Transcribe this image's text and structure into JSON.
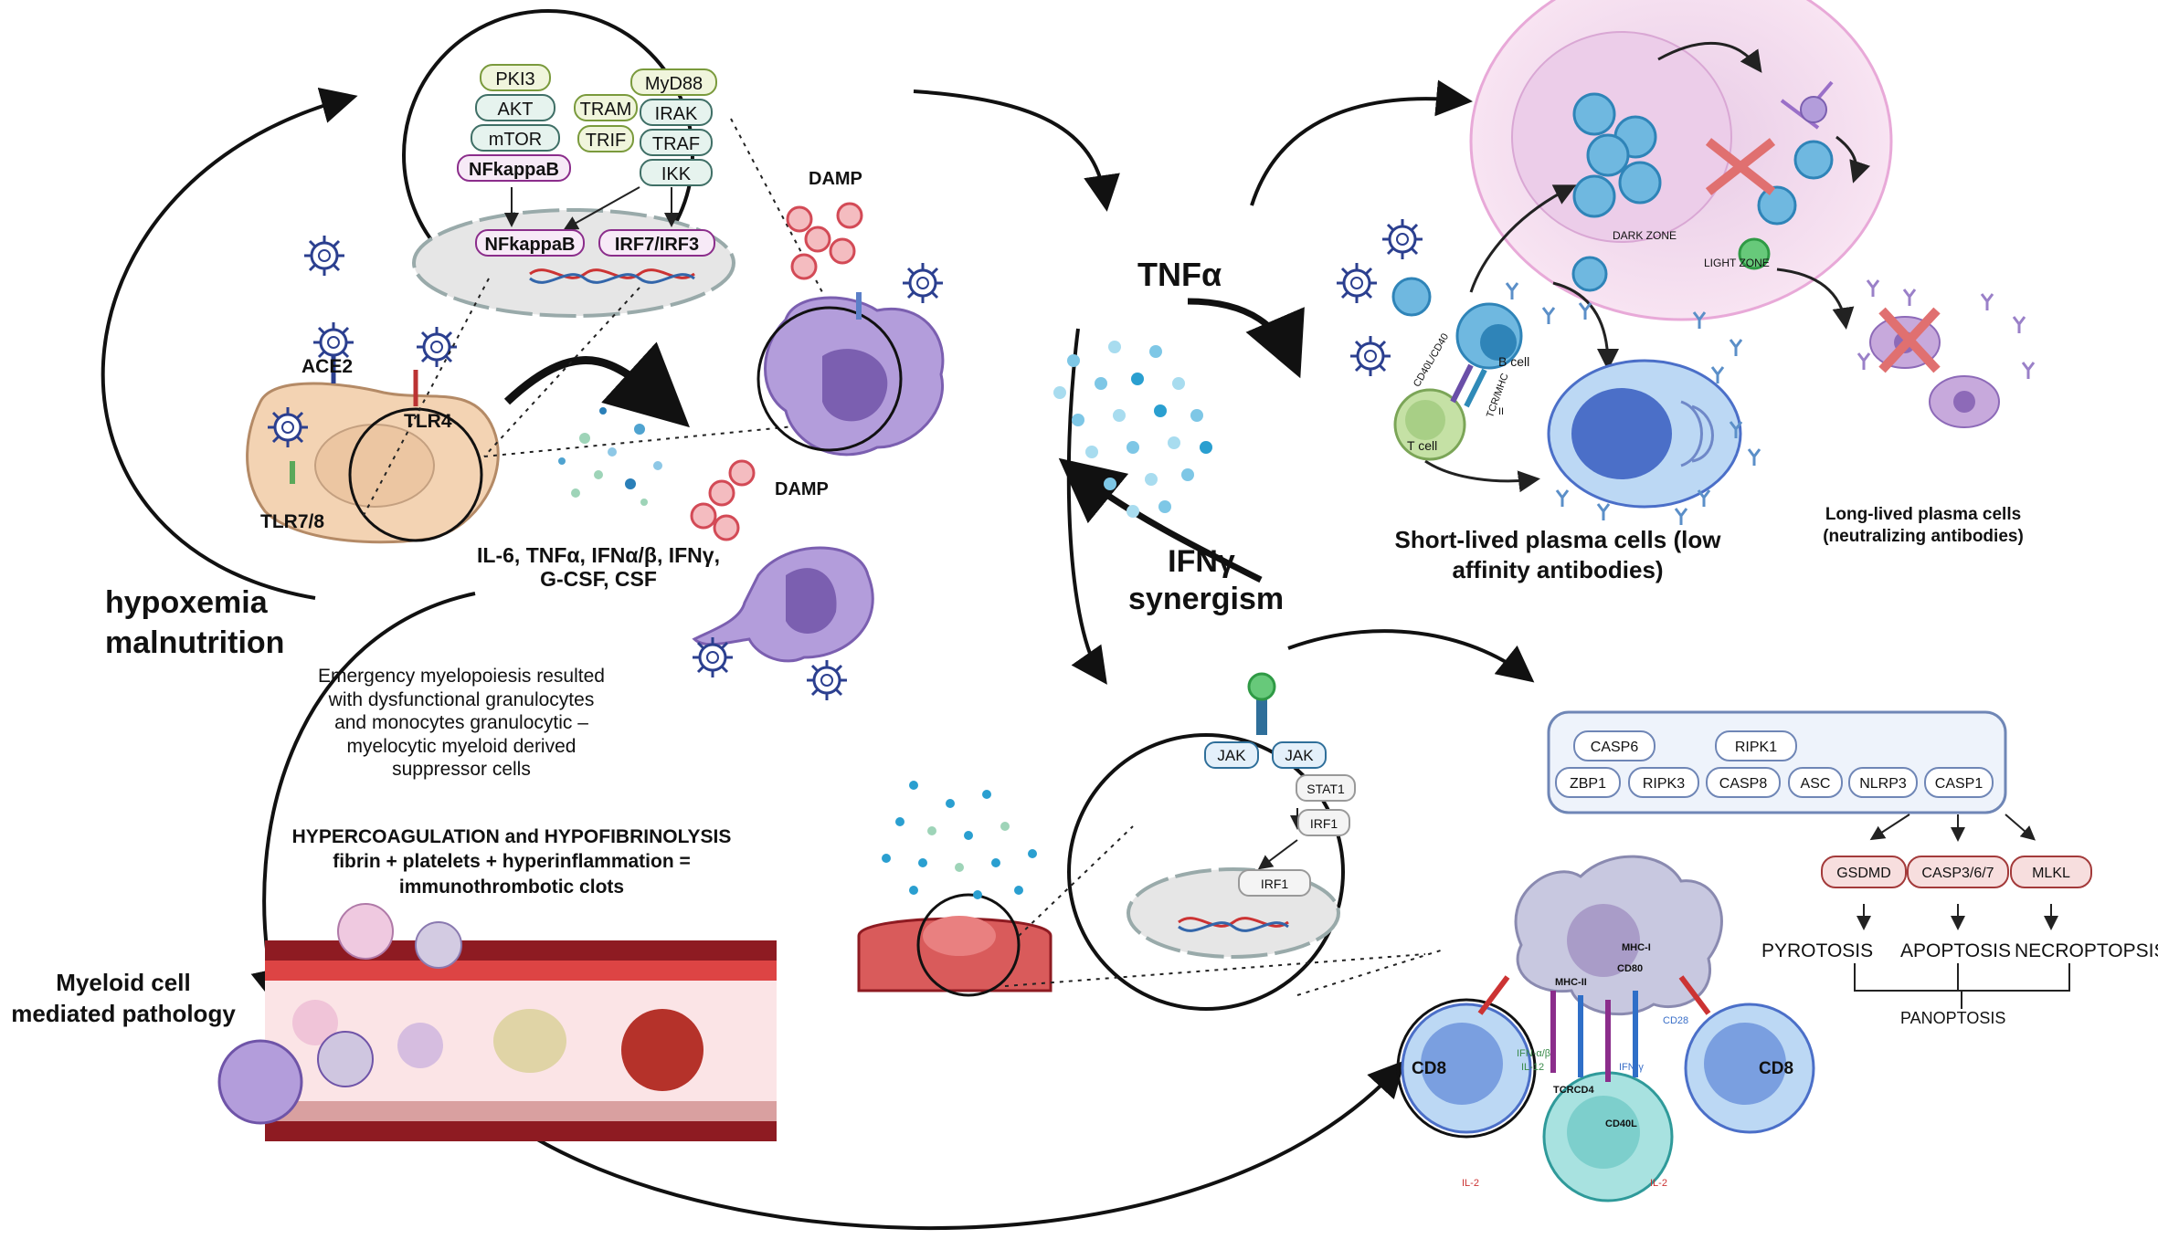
{
  "colors": {
    "arrow": "#111111",
    "virus": "#2b3f8f",
    "cell_beige": "#f3d3b3",
    "macrophage": "#9a80c8",
    "lymph_blue": "#6fb8e0",
    "germinal": "#f4cfe8",
    "vessel_red": "#8e1b22",
    "caspase_border": "#6f86b6",
    "executor_red": "#a33a3a"
  },
  "receptors": {
    "ace2": "ACE2",
    "tlr4": "TLR4",
    "tlr78": "TLR7/8"
  },
  "signaling": {
    "pki3": "PKI3",
    "akt": "AKT",
    "mtor": "mTOR",
    "nfkb_cyto": "NFkappaB",
    "tram": "TRAM",
    "trif": "TRIF",
    "myd88": "MyD88",
    "irak": "IRAK",
    "traf": "TRAF",
    "ikk": "IKK",
    "nfkb_nuc": "NFkappaB",
    "irf": "IRF7/IRF3"
  },
  "damp_top": "DAMP",
  "damp_mid": "DAMP",
  "cytokines": [
    "IL-6, TNFα, IFNα/β, IFNγ,",
    "G-CSF, CSF"
  ],
  "hypoxemia": [
    "hypoxemia",
    "malnutrition"
  ],
  "myelopoiesis": [
    "Emergency myelopoiesis resulted",
    "with dysfunctional granulocytes",
    "and monocytes granulocytic –",
    "myelocytic myeloid derived",
    "suppressor cells"
  ],
  "hypercoag": [
    "HYPERCOAGULATION and HYPOFIBRINOLYSIS",
    "fibrin + platelets + hyperinflammation =",
    "immunothrombotic clots"
  ],
  "myeloid": [
    "Myeloid cell",
    "mediated pathology"
  ],
  "tnfa": "TNFα",
  "ifng": [
    "IFNγ",
    "synergism"
  ],
  "germinal": {
    "dark_zone": "DARK ZONE",
    "light_zone": "LIGHT ZONE",
    "b_cell": "B cell",
    "t_cell": "T cell",
    "cd40": "CD40L/CD40",
    "tcr": "TCR/MHC",
    "tcr2": "II",
    "short": [
      "Short-lived plasma cells (low",
      "affinity antibodies)"
    ],
    "long": [
      "Long-lived plasma cells",
      "(neutralizing antibodies)"
    ]
  },
  "jak": {
    "jak1": "JAK",
    "jak2": "JAK",
    "stat1": "STAT1",
    "irf1a": "IRF1",
    "irf1b": "IRF1"
  },
  "panoptosis": {
    "casp6": "CASP6",
    "ripk1": "RIPK1",
    "row": [
      "ZBP1",
      "RIPK3",
      "CASP8",
      "ASC",
      "NLRP3",
      "CASP1"
    ],
    "gsdmd": "GSDMD",
    "casp367": "CASP3/6/7",
    "mlkl": "MLKL",
    "pyro": "PYROTOSIS",
    "apop": "APOPTOSIS",
    "necro": "NECROPTOPSIS",
    "pan": "PANOPTOSIS"
  },
  "tcell": {
    "cd8_left": "CD8",
    "cd8_right": "CD8",
    "mhc1": "MHC-I",
    "cd80": "CD80",
    "mhc2": "MHC-II",
    "ifnab": "IFN-α/β",
    "il12": "IL-12",
    "ifng_s": "IFN-γ",
    "cd28": "CD28",
    "tcrcd4": "TCRCD4",
    "cd40l": "CD40L",
    "il2_left": "IL-2",
    "il2_right": "IL-2"
  }
}
